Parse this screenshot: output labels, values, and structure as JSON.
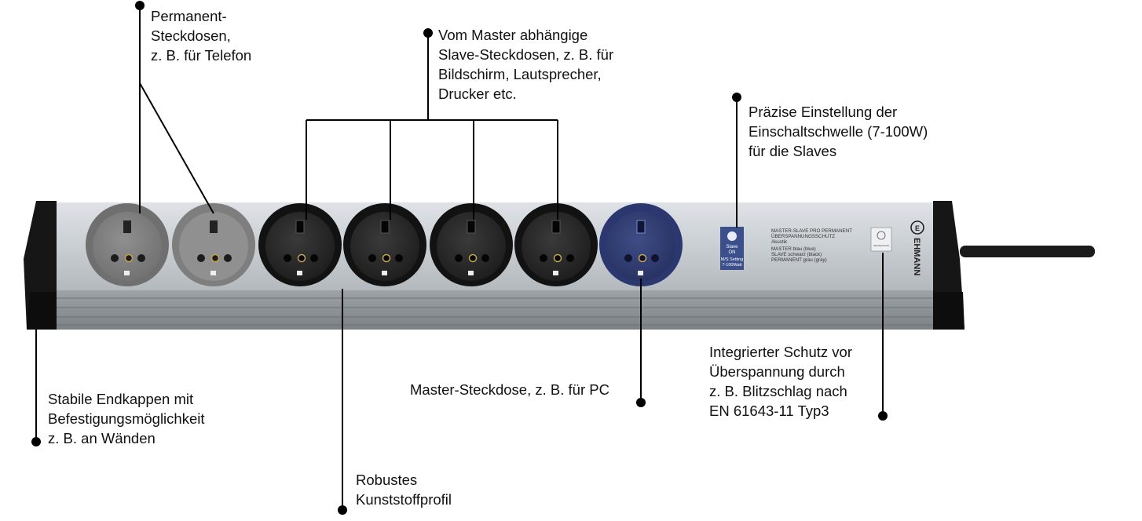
{
  "callouts": {
    "permanent": [
      "Permanent-",
      "Steckdosen,",
      "z. B. für Telefon"
    ],
    "slave": [
      "Vom Master abhängige",
      "Slave-Steckdosen, z. B. für",
      "Bildschirm, Lautsprecher,",
      "Drucker etc."
    ],
    "threshold": [
      "Präzise Einstellung der",
      "Einschaltschwelle (7-100W)",
      "für die Slaves"
    ],
    "endcaps": [
      "Stabile Endkappen mit",
      "Befestigungsmöglichkeit",
      "z. B. an Wänden"
    ],
    "master": [
      "Master-Steckdose, z. B. für PC"
    ],
    "surge": [
      "Integrierter Schutz vor",
      "Überspannung durch",
      "z. B. Blitzschlag nach",
      "EN 61643-11 Typ3"
    ],
    "profile": [
      "Robustes",
      "Kunststoffprofil"
    ]
  },
  "device": {
    "dial": {
      "line1": "Slave",
      "line2": "ON",
      "line3": "M/S Setting",
      "line4": "7-100Watt"
    },
    "label_lines": [
      "MASTER-SLAVE PRO PERMANENT",
      "ÜBERSPANNUNGSSCHUTZ",
      "Akustik",
      "MASTER blau (blue)",
      "SLAVE schwarz (black)",
      "PERMANENT grau (gray)"
    ],
    "protection_text": "PROTECTION",
    "brand": "EHMANN"
  },
  "colors": {
    "permanent_socket": "#8c8c8c",
    "slave_socket": "#2a2a2a",
    "master_socket": "#2f3d78",
    "body": "#c9ced3",
    "dial": "#3a4f8c"
  }
}
